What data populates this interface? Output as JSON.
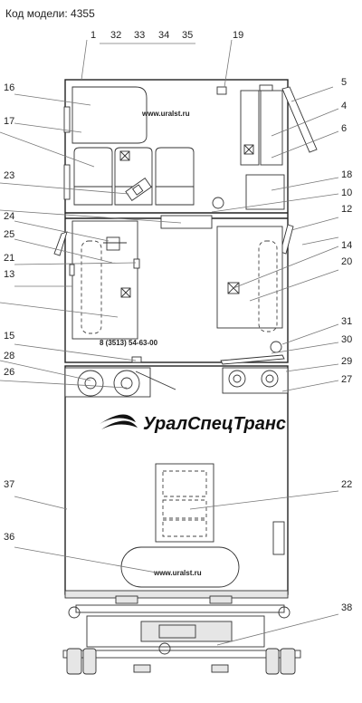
{
  "header": {
    "model_label": "Код модели: 4355"
  },
  "notes": {
    "site_top": "www.uralst.ru",
    "site_bottom": "www.uralst.ru",
    "phone": "8 (3513) 54-63-00",
    "brand": "УралСпецТранс"
  },
  "callouts": {
    "n1": "1",
    "n32": "32",
    "n33": "33",
    "n34": "34",
    "n35": "35",
    "n19": "19",
    "n16": "16",
    "n5": "5",
    "n4": "4",
    "n17": "17",
    "n6": "6",
    "n23": "23",
    "n18": "18",
    "n10": "10",
    "n24": "24",
    "n12": "12",
    "n25": "25",
    "n14": "14",
    "n21": "21",
    "n20": "20",
    "n13": "13",
    "n31": "31",
    "n15": "15",
    "n30": "30",
    "n28": "28",
    "n29": "29",
    "n26": "26",
    "n27": "27",
    "n37": "37",
    "n22": "22",
    "n36": "36",
    "n38": "38"
  }
}
